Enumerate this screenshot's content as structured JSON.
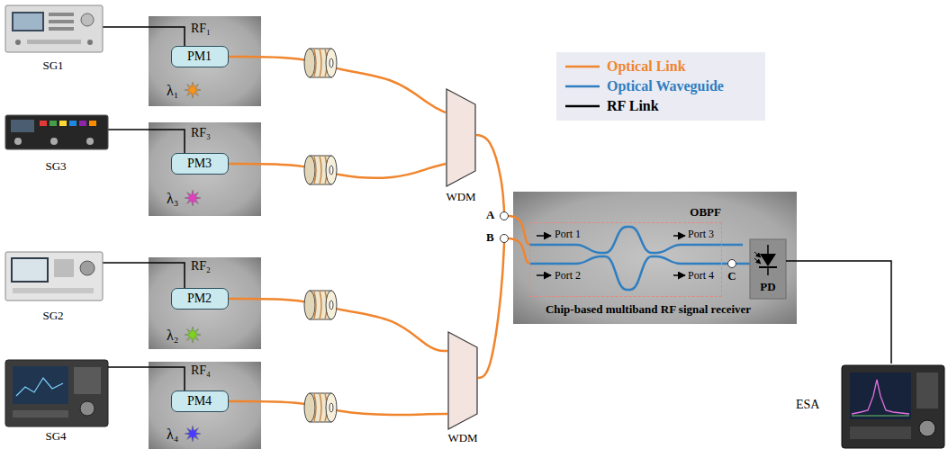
{
  "diagram": {
    "nodes": [
      {
        "text": [
          "SG1"
        ]
      },
      {
        "text": [
          "RF₁",
          "λ₁"
        ]
      },
      {
        "text": [
          "PM1"
        ],
        "in": 1
      },
      {
        "text": [
          "SG3"
        ]
      },
      {
        "text": [
          "RF₃",
          "λ₃"
        ]
      },
      {
        "text": [
          "PM3"
        ],
        "in": 4
      },
      {
        "text": [
          "WDM"
        ]
      },
      {
        "text": [
          "SG2"
        ]
      },
      {
        "text": [
          "RF₂",
          "λ₂"
        ]
      },
      {
        "text": [
          "PM2"
        ],
        "in": 8
      },
      {
        "text": [
          "SG4"
        ]
      },
      {
        "text": [
          "RF₄",
          "λ₄"
        ]
      },
      {
        "text": [
          "PM4"
        ],
        "in": 11
      },
      {
        "text": [
          "WDM"
        ]
      },
      {
        "text": [
          "A"
        ]
      },
      {
        "text": [
          "B"
        ]
      },
      {
        "text": [
          "Chip-based multiband RF signal receiver"
        ]
      },
      {
        "text": [
          "OBPF"
        ],
        "in": 16
      },
      {
        "text": [
          "C"
        ],
        "in": 16
      },
      {
        "text": [
          "PD"
        ],
        "in": 16
      },
      {
        "text": [
          "ESA"
        ]
      }
    ],
    "edges": [
      {
        "from": 0,
        "to": 2,
        "arrow": "none"
      },
      {
        "from": 2,
        "to": 6,
        "arrow": "none"
      },
      {
        "from": 3,
        "to": 5,
        "arrow": "none"
      },
      {
        "from": 5,
        "to": 6,
        "arrow": "none"
      },
      {
        "from": 7,
        "to": 9,
        "arrow": "none"
      },
      {
        "from": 9,
        "to": 13,
        "arrow": "none"
      },
      {
        "from": 10,
        "to": 12,
        "arrow": "none"
      },
      {
        "from": 12,
        "to": 13,
        "arrow": "none"
      },
      {
        "from": 6,
        "to": 14,
        "arrow": "none"
      },
      {
        "from": 13,
        "to": 15,
        "arrow": "none"
      },
      {
        "from": 14,
        "to": 17,
        "arrow": "none"
      },
      {
        "from": 15,
        "to": 17,
        "arrow": "none"
      },
      {
        "from": 17,
        "to": 18,
        "arrow": "none"
      },
      {
        "from": 18,
        "to": 19,
        "arrow": "none"
      },
      {
        "from": 19,
        "to": 20,
        "arrow": "none"
      }
    ],
    "labels": [
      "Port 1",
      "Port 3",
      "Port 2",
      "Port 4"
    ],
    "legend": [
      {
        "text": "Optical Link"
      },
      {
        "text": "Optical Waveguide"
      },
      {
        "text": "RF Link"
      }
    ]
  }
}
